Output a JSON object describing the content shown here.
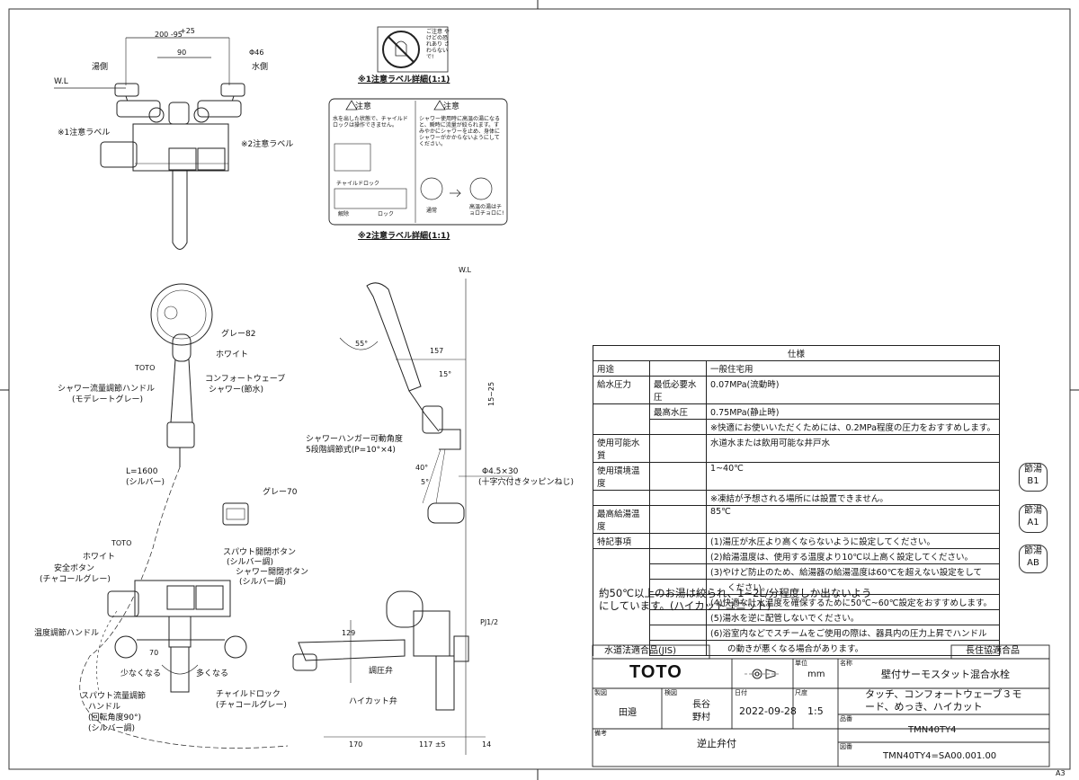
{
  "dims": {
    "width_top": "+25",
    "width_range": "200 -95",
    "center_90": "90",
    "phi46": "Φ46",
    "hot_side": "湯側",
    "cold_side": "水側",
    "wl": "W.L",
    "label1": "※1注意ラベル",
    "label2": "※2注意ラベル",
    "gray82": "グレー82",
    "white": "ホワイト",
    "toto": "TOTO",
    "shower_handle": "シャワー流量調節ハンドル",
    "shower_handle_sub": "(モデレートグレー)",
    "comfort_wave": "コンフォートウェーブ",
    "comfort_wave_sub": "シャワー(節水)",
    "hose_len": "L=1600",
    "hose_color": "(シルバー)",
    "gray70": "グレー70",
    "angle55": "55°",
    "d157": "157",
    "angle15": "15°",
    "d15_25": "15~25",
    "hanger_angle": "シャワーハンガー可動角度",
    "hanger_step": "5段階調節式(P=10°×4)",
    "angle40": "40°",
    "angle5": "5°",
    "screw": "Φ4.5×30",
    "screw_sub": "(十字穴付きタッピンねじ)",
    "spout_btn": "スパウト開閉ボタン",
    "spout_btn_sub": "(シルバー調)",
    "shower_btn": "シャワー開閉ボタン",
    "shower_btn_sub": "(シルバー調)",
    "safety_btn": "安全ボタン",
    "safety_btn_sub": "(チャコールグレー)",
    "temp_handle": "温度調節ハンドル",
    "d70": "70",
    "less": "少なくなる",
    "more": "多くなる",
    "spout_flow": "スパウト流量調節",
    "spout_flow_2": "ハンドル",
    "spout_flow_3": "(回転角度90°)",
    "spout_flow_4": "(シルバー調)",
    "child_lock": "チャイルドロック",
    "child_lock_sub": "(チャコールグレー)",
    "d129": "129",
    "pj": "PJ1/2",
    "pressure_valve": "調圧弁",
    "highcut_valve": "ハイカット弁",
    "d170": "170",
    "d117": "117 ±5",
    "d14": "14"
  },
  "labels": {
    "detail1": "※1注意ラベル詳細(1:1)",
    "detail2": "※2注意ラベル詳細(1:1)",
    "caution": "注意",
    "label1_text": "ご注意 やけどの恐れあり さわらないで!",
    "label2_left": "水を出した状態で、チャイルドロックは操作できません。",
    "label2_right": "シャワー使用時に高温の湯になると、瞬時に流量が絞られます。すみやかにシャワーを止め、身体にシャワーがかからないようにしてください。",
    "childlock_word": "チャイルドロック",
    "release": "解除",
    "lock": "ロック",
    "normal": "通常",
    "hot_water": "高温の湯はチョロチョロに!"
  },
  "spec": {
    "title": "仕様",
    "rows": [
      {
        "k": "用途",
        "k2": "",
        "v": "一般住宅用"
      },
      {
        "k": "給水圧力",
        "k2": "最低必要水圧",
        "v": "0.07MPa(流動時)"
      },
      {
        "k": "",
        "k2": "最高水圧",
        "v": "0.75MPa(静止時)"
      },
      {
        "k": "",
        "k2": "",
        "v": "※快適にお使いいただくためには、0.2MPa程度の圧力をおすすめします。"
      },
      {
        "k": "使用可能水質",
        "k2": "",
        "v": "水道水または飲用可能な井戸水"
      },
      {
        "k": "使用環境温度",
        "k2": "",
        "v": "1~40℃"
      },
      {
        "k": "",
        "k2": "",
        "v": "※凍結が予想される場所には設置できません。"
      },
      {
        "k": "最高給湯温度",
        "k2": "",
        "v": "85℃"
      },
      {
        "k": "特記事項",
        "k2": "",
        "v": "(1)湯圧が水圧より高くならないように設定してください。"
      },
      {
        "k": "",
        "k2": "",
        "v": "(2)給湯温度は、使用する温度より10℃以上高く設定してください。"
      },
      {
        "k": "",
        "k2": "",
        "v": "(3)やけど防止のため、給湯器の給湯温度は60℃を超えない設定をして"
      },
      {
        "k": "",
        "k2": "",
        "v": "　　ください。"
      },
      {
        "k": "",
        "k2": "",
        "v": "(4)快適な吐水温度を確保するために50℃~60℃設定をおすすめします。"
      },
      {
        "k": "",
        "k2": "",
        "v": "(5)湯水を逆に配管しないでください。"
      },
      {
        "k": "",
        "k2": "",
        "v": "(6)浴室内などでスチームをご使用の際は、器具内の圧力上昇でハンドル"
      },
      {
        "k": "",
        "k2": "",
        "v": "　　の動きが悪くなる場合があります。"
      }
    ]
  },
  "note": {
    "line1": "約50℃以上のお湯は絞られ、1~2L/分程度しか出ないよう",
    "line2": "にしています。(ハイカットユニット)"
  },
  "stamps": [
    {
      "top": "節湯",
      "bottom": "B1"
    },
    {
      "top": "節湯",
      "bottom": "A1"
    },
    {
      "top": "節湯",
      "bottom": "AB"
    }
  ],
  "titleblock": {
    "jis": "水道法適合品(JIS)",
    "choju": "長住協適合品",
    "brand": "TOTO",
    "unit_lbl": "単位",
    "unit": "mm",
    "name_lbl": "名称",
    "name1": "壁付サーモスタット混合水栓",
    "name2": "タッチ、コンフォートウェーブ３モ",
    "name3": "ード、めっき、ハイカット",
    "drafter_lbl": "製図",
    "drafter": "田邉",
    "checker_lbl": "検図",
    "checker1": "長谷",
    "checker2": "野村",
    "date_lbl": "日付",
    "date": "2022-09-28",
    "scale_lbl": "尺度",
    "scale": "1:5",
    "code_lbl": "品番",
    "code": "TMN40TY4",
    "remark_lbl": "備考",
    "remark": "逆止弁付",
    "drawing_lbl": "図番",
    "drawing": "TMN40TY4=SA00.001.00",
    "sheet": "A3"
  }
}
